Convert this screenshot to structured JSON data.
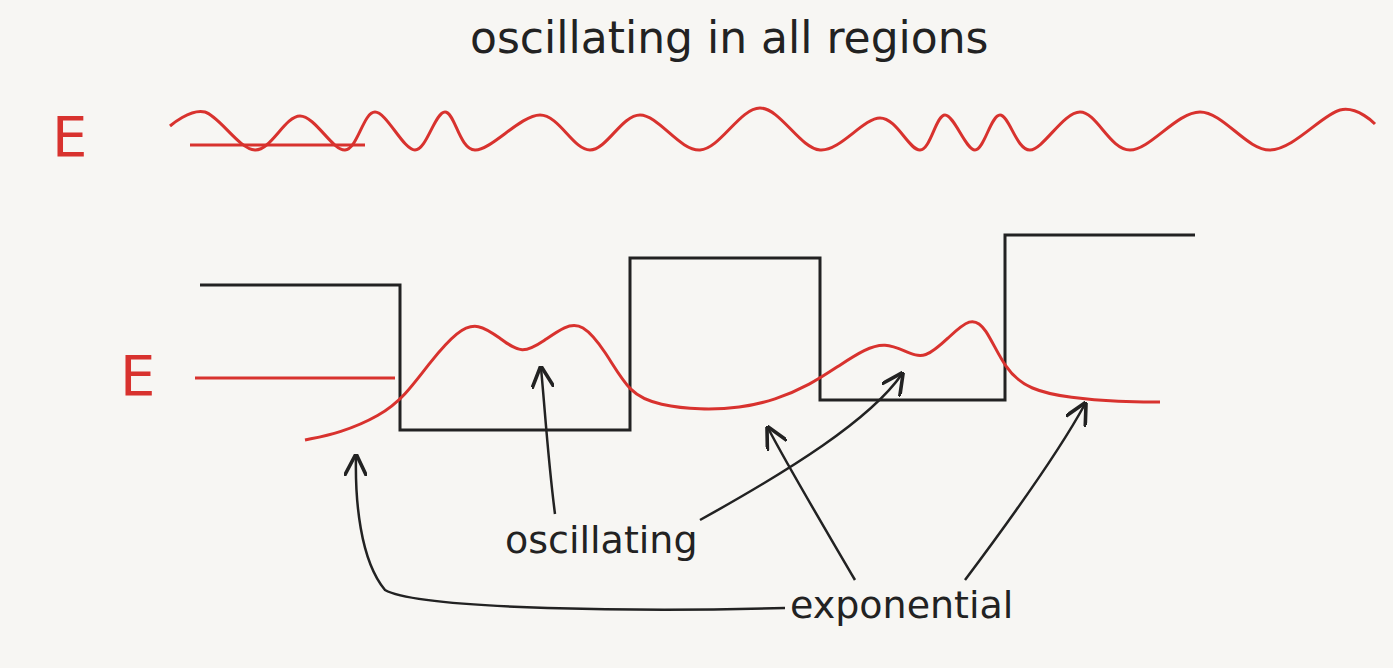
{
  "diagram": {
    "labels": [
      "oscillating in all regions",
      "E",
      "E",
      "oscillating",
      "exponential"
    ]
  }
}
